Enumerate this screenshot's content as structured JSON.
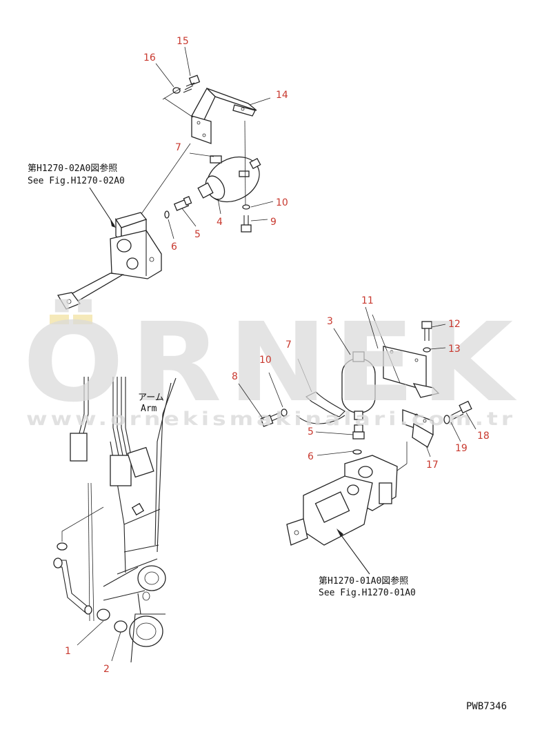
{
  "diagram": {
    "callouts": [
      {
        "id": "c15",
        "label": "15"
      },
      {
        "id": "c16",
        "label": "16"
      },
      {
        "id": "c14",
        "label": "14"
      },
      {
        "id": "c7a",
        "label": "7"
      },
      {
        "id": "c10a",
        "label": "10"
      },
      {
        "id": "c9",
        "label": "9"
      },
      {
        "id": "c4",
        "label": "4"
      },
      {
        "id": "c5a",
        "label": "5"
      },
      {
        "id": "c6a",
        "label": "6"
      },
      {
        "id": "c11",
        "label": "11"
      },
      {
        "id": "c3",
        "label": "3"
      },
      {
        "id": "c12",
        "label": "12"
      },
      {
        "id": "c13",
        "label": "13"
      },
      {
        "id": "c7b",
        "label": "7"
      },
      {
        "id": "c10b",
        "label": "10"
      },
      {
        "id": "c8",
        "label": "8"
      },
      {
        "id": "c5b",
        "label": "5"
      },
      {
        "id": "c6b",
        "label": "6"
      },
      {
        "id": "c18",
        "label": "18"
      },
      {
        "id": "c19",
        "label": "19"
      },
      {
        "id": "c17",
        "label": "17"
      },
      {
        "id": "c1",
        "label": "1"
      },
      {
        "id": "c2",
        "label": "2"
      }
    ],
    "ref_top": {
      "line1": "第H1270-02A0図参照",
      "line2": "See Fig.H1270-02A0"
    },
    "ref_bottom": {
      "line1": "第H1270-01A0図参照",
      "line2": "See Fig.H1270-01A0"
    },
    "arm_label": {
      "jp": "アーム",
      "en": "Arm"
    },
    "drawing_code": "PWB7346"
  },
  "watermark": {
    "brand": "ÖRNEK",
    "url": "www.ornekismakinalari.com.tr",
    "color": "#d9d9d9",
    "accent": "#f3e3a8"
  }
}
